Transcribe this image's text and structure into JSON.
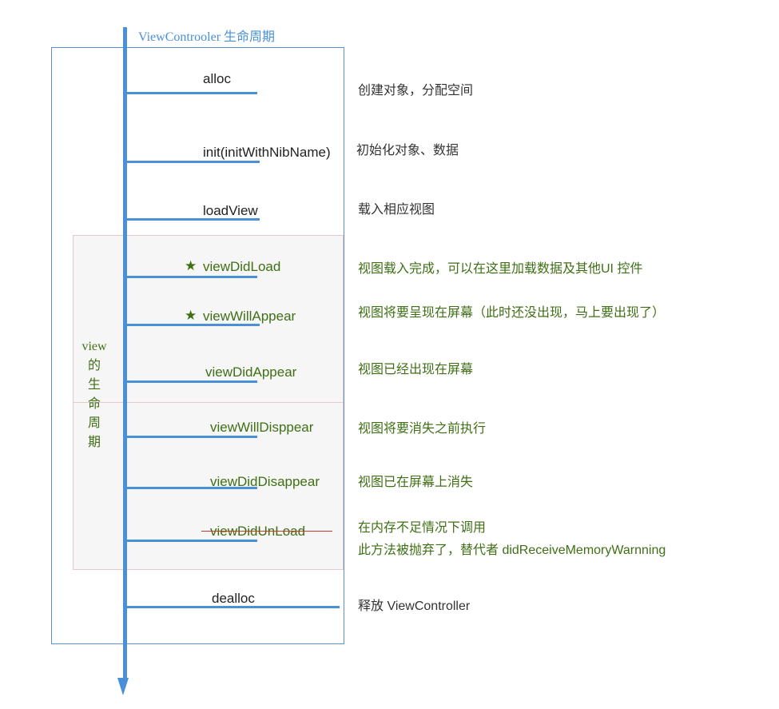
{
  "title": "ViewControoler 生命周期",
  "view_lifecycle_label": [
    "view",
    "的",
    "生",
    "命",
    "周",
    "期"
  ],
  "methods": [
    {
      "name": "alloc",
      "desc": "创建对象，分配空间"
    },
    {
      "name": "init(initWithNibName)",
      "desc": "初始化对象、数据"
    },
    {
      "name": "loadView",
      "desc": "载入相应视图"
    },
    {
      "name": "viewDidLoad",
      "desc": "视图载入完成，可以在这里加载数据及其他UI 控件"
    },
    {
      "name": "viewWillAppear",
      "desc": "视图将要呈现在屏幕（此时还没出现，马上要出现了）"
    },
    {
      "name": "viewDidAppear",
      "desc": "视图已经出现在屏幕"
    },
    {
      "name": "viewWillDisppear",
      "desc": "视图将要消失之前执行"
    },
    {
      "name": "viewDidDisappear",
      "desc": "视图已在屏幕上消失"
    },
    {
      "name": "viewDidUnLoad",
      "desc": "在内存不足情况下调用",
      "desc2": "此方法被抛弃了，替代者 didReceiveMemoryWarnning"
    },
    {
      "name": "dealloc",
      "desc": "释放 ViewController"
    }
  ],
  "icons": {
    "star": "★"
  },
  "colors": {
    "timeline": "#4a90d9",
    "green_text": "#3f6f15",
    "view_box_border": "#e8c8cf",
    "strike": "#c0392b"
  }
}
